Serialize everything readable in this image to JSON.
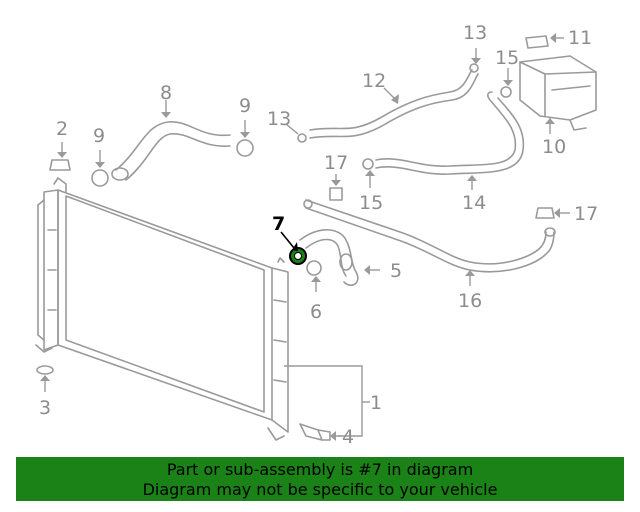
{
  "diagram": {
    "highlight_color": "#1a8217",
    "callouts": [
      {
        "id": "c1",
        "text": "1"
      },
      {
        "id": "c2",
        "text": "2"
      },
      {
        "id": "c3",
        "text": "3"
      },
      {
        "id": "c4",
        "text": "4"
      },
      {
        "id": "c5",
        "text": "5"
      },
      {
        "id": "c6",
        "text": "6"
      },
      {
        "id": "c7",
        "text": "7",
        "highlighted": true
      },
      {
        "id": "c8",
        "text": "8"
      },
      {
        "id": "c9a",
        "text": "9"
      },
      {
        "id": "c9b",
        "text": "9"
      },
      {
        "id": "c10",
        "text": "10"
      },
      {
        "id": "c11",
        "text": "11"
      },
      {
        "id": "c12",
        "text": "12"
      },
      {
        "id": "c13a",
        "text": "13"
      },
      {
        "id": "c13b",
        "text": "13"
      },
      {
        "id": "c14",
        "text": "14"
      },
      {
        "id": "c15a",
        "text": "15"
      },
      {
        "id": "c15b",
        "text": "15"
      },
      {
        "id": "c16",
        "text": "16"
      },
      {
        "id": "c17a",
        "text": "17"
      },
      {
        "id": "c17b",
        "text": "17"
      }
    ]
  },
  "banner": {
    "line1": "Part or sub-assembly is #7 in diagram",
    "line2": "Diagram may not be specific to your vehicle",
    "background": "#1a8217"
  }
}
